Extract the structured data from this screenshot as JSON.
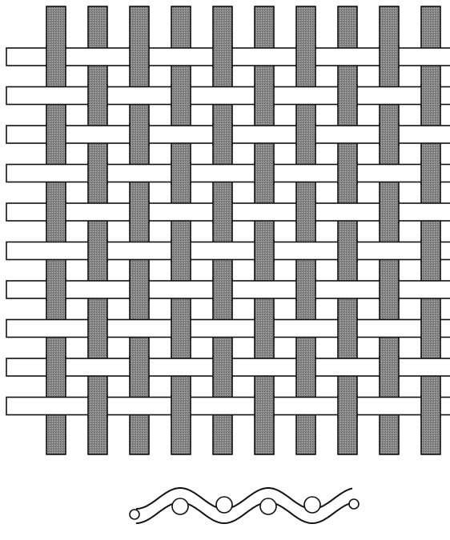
{
  "diagram": {
    "type": "plain-weave-illustration",
    "warp_count": 10,
    "weft_count": 10,
    "colors": {
      "background": "#ffffff",
      "outline": "#111111",
      "warp_fill": "#8a8a8a",
      "weft_fill": "#ffffff",
      "cross_section_fill": "#ffffff"
    }
  }
}
